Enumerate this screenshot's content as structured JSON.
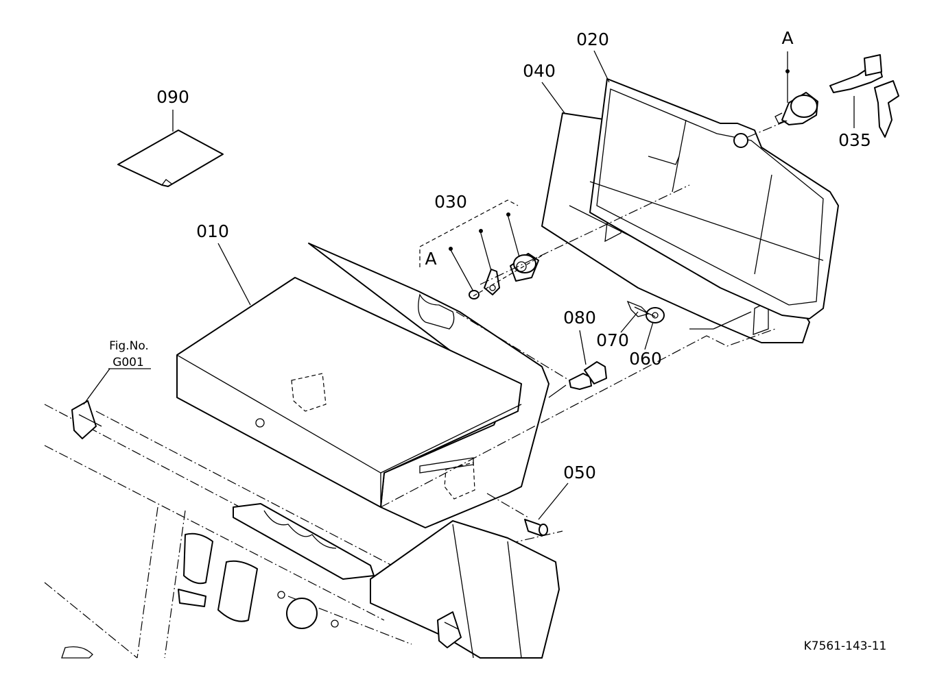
{
  "callouts": {
    "p010": "010",
    "p020": "020",
    "p030": "030",
    "p035": "035",
    "p040": "040",
    "p050": "050",
    "p060": "060",
    "p070": "070",
    "p080": "080",
    "p090": "090",
    "detail_a_top": "A",
    "detail_a_group": "A"
  },
  "reference": {
    "fig_no_label": "Fig.No.",
    "fig_no_value": "G001"
  },
  "drawing_number": "K7561-143-11"
}
